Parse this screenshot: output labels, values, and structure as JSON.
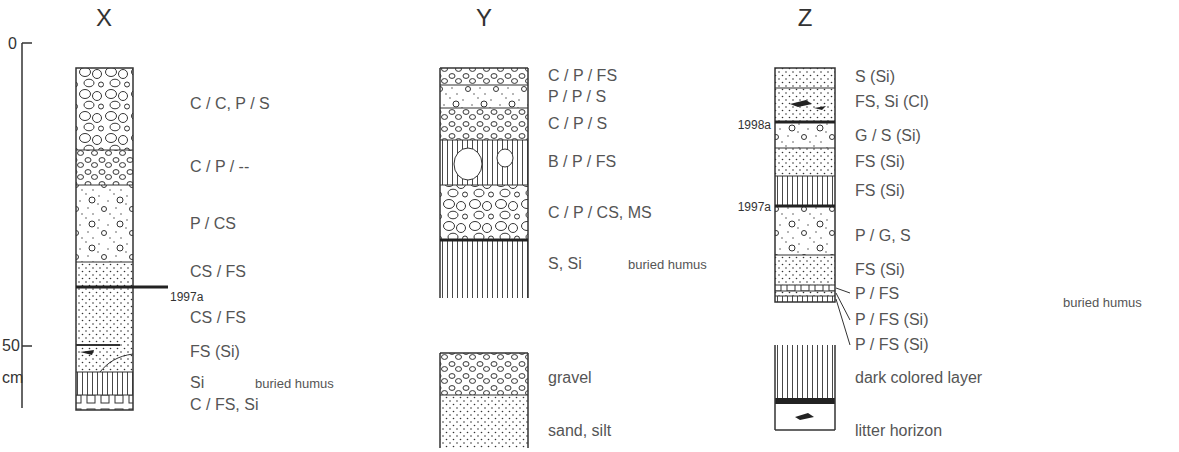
{
  "diagram": {
    "labels": [
      "X",
      "Y",
      "Z",
      "0",
      "50",
      "cm",
      "C / C, P / S",
      "C / P / --",
      "P / CS",
      "CS / FS",
      "1997a",
      "CS / FS",
      "FS (Si)",
      "Si",
      "buried humus",
      "C / FS, Si",
      "C / P / FS",
      "P / P / S",
      "C / P / S",
      "B / P / FS",
      "C / P / CS, MS",
      "S, Si",
      "buried humus",
      "gravel",
      "sand, silt",
      "S (Si)",
      "FS, Si (Cl)",
      "1998a",
      "G / S (Si)",
      "FS (Si)",
      "FS (Si)",
      "1997a",
      "P / G, S",
      "FS (Si)",
      "P / FS",
      "buried humus",
      "P / FS (Si)",
      "P / FS (Si)",
      "dark colored layer",
      "litter horizon"
    ]
  }
}
